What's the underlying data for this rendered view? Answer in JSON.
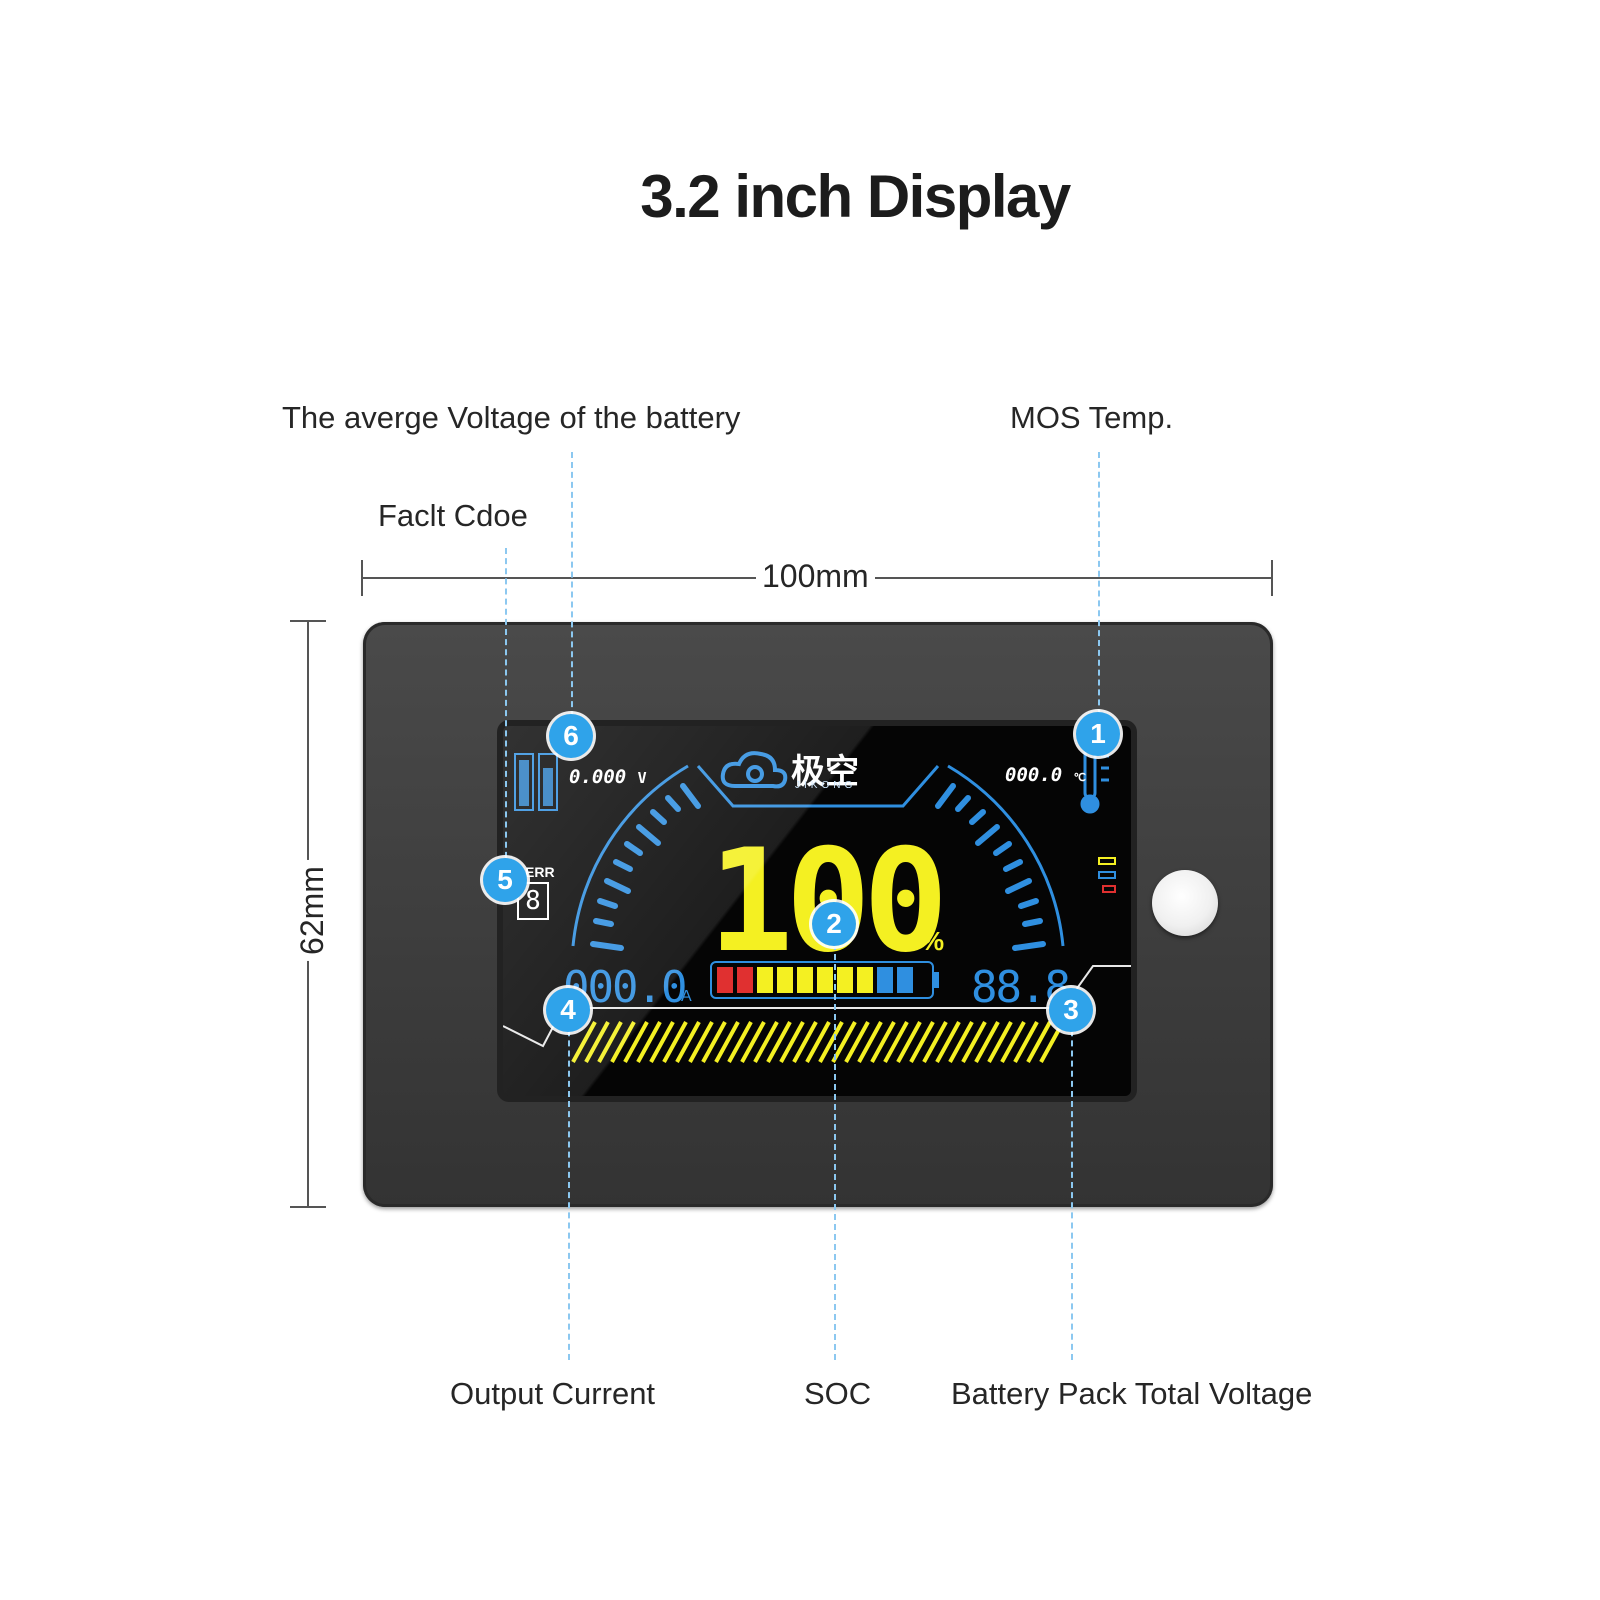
{
  "title": "3.2 inch Display",
  "dimensions": {
    "width_label": "100mm",
    "height_label": "62mm"
  },
  "callouts": {
    "avg_voltage": "The averge Voltage of the battery",
    "mos_temp": "MOS Temp.",
    "fault_code": "Faclt Cdoe",
    "output_current": "Output Current",
    "soc": "SOC",
    "pack_voltage": "Battery Pack Total Voltage"
  },
  "badges": [
    "1",
    "2",
    "3",
    "4",
    "5",
    "6"
  ],
  "display": {
    "brand_cn": "极空",
    "brand_en": "JIKONG",
    "soc_value": "100",
    "soc_unit": "%",
    "current_value": "000.0",
    "current_unit": "A",
    "voltage_value": "88.8",
    "voltage_unit": "V",
    "cell_voltage": "0.000",
    "cell_voltage_unit": "V",
    "temperature": "000.0",
    "temperature_unit": "℃",
    "error_label": "ERR",
    "error_code": "8"
  },
  "colors": {
    "lcd_yellow": "#f4f022",
    "lcd_blue": "#2f8fe0",
    "badge_blue": "#2fa3ea",
    "bezel": "#3c3c3c"
  }
}
